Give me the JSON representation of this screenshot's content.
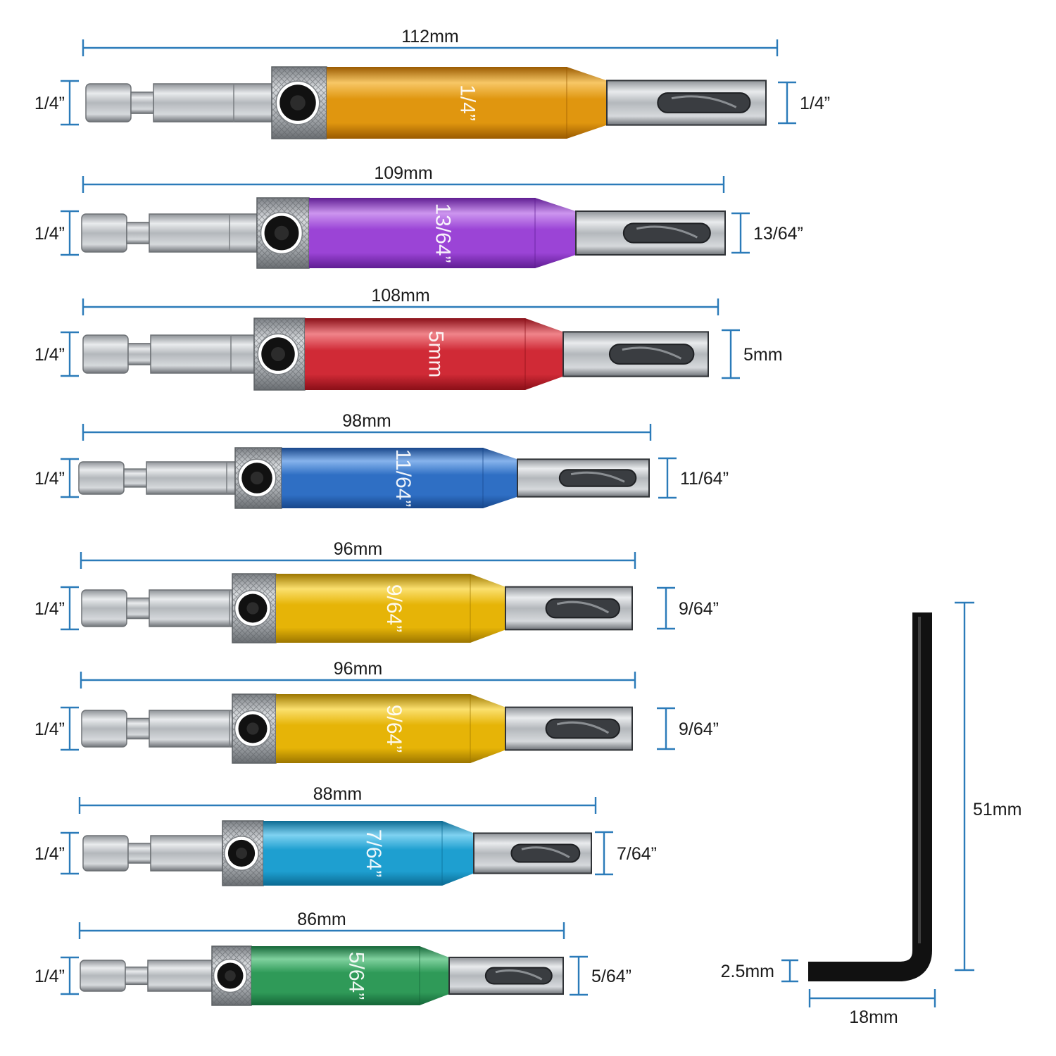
{
  "colors": {
    "dimension_line": "#2b7bb9",
    "label_text": "#1a1a1a",
    "steel": "#b9bcc0",
    "hex_key": "#111111"
  },
  "bits": [
    {
      "length_label": "112mm",
      "hex_label": "1/4”",
      "tip_label": "1/4”",
      "body_text": "1/4”",
      "color": "#e0960f",
      "color_light": "#f7c766",
      "color_dark": "#9a5a00"
    },
    {
      "length_label": "109mm",
      "hex_label": "1/4”",
      "tip_label": "13/64”",
      "body_text": "13/64”",
      "color": "#9b44d6",
      "color_light": "#cc95ef",
      "color_dark": "#5f1d92"
    },
    {
      "length_label": "108mm",
      "hex_label": "1/4”",
      "tip_label": "5mm",
      "body_text": "5mm",
      "color": "#d02a36",
      "color_light": "#f0848a",
      "color_dark": "#8a0f18"
    },
    {
      "length_label": "98mm",
      "hex_label": "1/4”",
      "tip_label": "11/64”",
      "body_text": "11/64”",
      "color": "#2f6fc4",
      "color_light": "#86b3ec",
      "color_dark": "#17468a"
    },
    {
      "length_label": "96mm",
      "hex_label": "1/4”",
      "tip_label": "9/64”",
      "body_text": "9/64”",
      "color": "#e6b407",
      "color_light": "#fbe06e",
      "color_dark": "#9c7600"
    },
    {
      "length_label": "96mm",
      "hex_label": "1/4”",
      "tip_label": "9/64”",
      "body_text": "9/64”",
      "color": "#e6b407",
      "color_light": "#fbe06e",
      "color_dark": "#9c7600"
    },
    {
      "length_label": "88mm",
      "hex_label": "1/4”",
      "tip_label": "7/64”",
      "body_text": "7/64”",
      "color": "#1e9fd0",
      "color_light": "#7fd2f1",
      "color_dark": "#0b6a92"
    },
    {
      "length_label": "86mm",
      "hex_label": "1/4”",
      "tip_label": "5/64”",
      "body_text": "5/64”",
      "color": "#2f9a58",
      "color_light": "#7fd19e",
      "color_dark": "#156638"
    }
  ],
  "hex_key": {
    "height_label": "51mm",
    "width_label": "18mm",
    "thickness_label": "2.5mm"
  }
}
